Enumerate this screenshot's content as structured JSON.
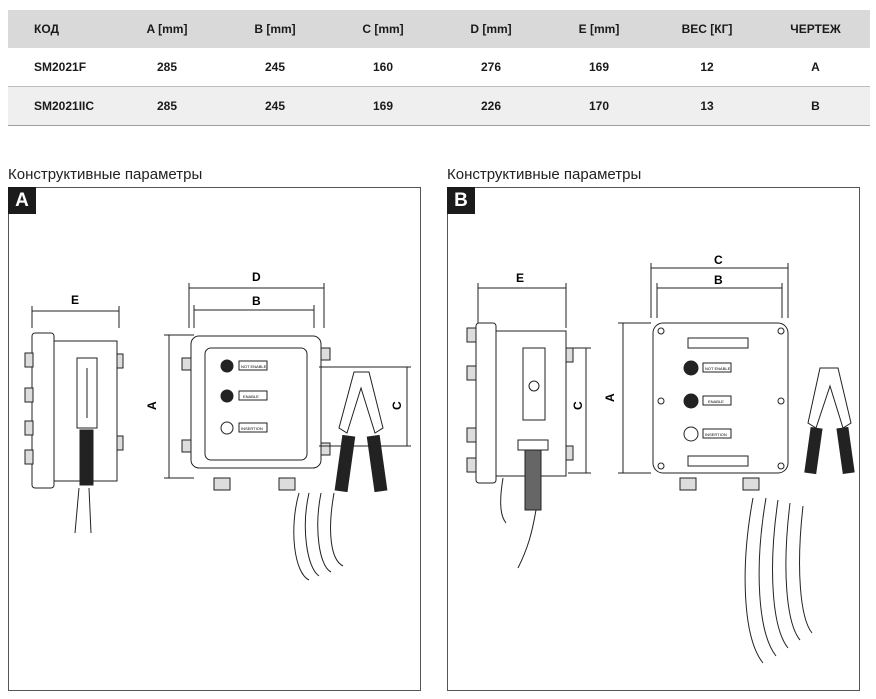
{
  "table": {
    "headers": [
      "КОД",
      "A [mm]",
      "B [mm]",
      "C [mm]",
      "D [mm]",
      "E [mm]",
      "ВЕС [КГ]",
      "ЧЕРТЕЖ"
    ],
    "rows": [
      [
        "SM2021F",
        "285",
        "245",
        "160",
        "276",
        "169",
        "12",
        "A"
      ],
      [
        "SM2021IIC",
        "285",
        "245",
        "169",
        "226",
        "170",
        "13",
        "B"
      ]
    ]
  },
  "panels": [
    {
      "title": "Конструктивные параметры",
      "badge": "A",
      "dims": {
        "a": "A",
        "b": "B",
        "c": "C",
        "d": "D",
        "e": "E"
      },
      "buttons": [
        "NOT ENABLE",
        "ENABLE",
        "INSERTION"
      ]
    },
    {
      "title": "Конструктивные параметры",
      "badge": "B",
      "dims": {
        "a": "A",
        "b": "B",
        "c": "C",
        "e": "E"
      },
      "buttons": [
        "NOT ENABLE",
        "ENABLE",
        "INSERTION"
      ]
    }
  ],
  "colors": {
    "header_bg": "#d9d9d9",
    "row_alt_bg": "#efefef",
    "badge_bg": "#1b1b1b"
  }
}
